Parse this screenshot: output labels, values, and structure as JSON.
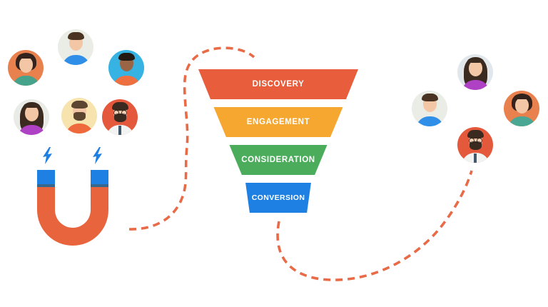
{
  "canvas": {
    "background": "#FFFFFF"
  },
  "connector": {
    "color": "#E96A47"
  },
  "funnel": {
    "text_color": "#FFFFFF",
    "segments": [
      {
        "label": "DISCOVERY",
        "color": "#E85E3D"
      },
      {
        "label": "ENGAGEMENT",
        "color": "#F6A72F"
      },
      {
        "label": "CONSIDERATION",
        "color": "#4BAD5C"
      },
      {
        "label": "CONVERSION",
        "color": "#1E80E3"
      }
    ]
  },
  "magnet": {
    "body_color": "#E8643D",
    "tip_color": "#1E80E3",
    "tip_edge_color": "#35688F",
    "bolt_color": "#1E80E3"
  },
  "left_group": {
    "avatars": [
      {
        "id": "woman-bob-teal-shirt",
        "bg": "#E8814E",
        "skin": "#F3C6A5",
        "hair": "#33231C",
        "shirt": "#45A38C"
      },
      {
        "id": "man-blue-shirt",
        "bg": "#EAECE6",
        "skin": "#F3C6A5",
        "hair": "#4A3322",
        "shirt": "#2F8FE8"
      },
      {
        "id": "man-orange-shirt",
        "bg": "#36B3E3",
        "skin": "#9A6544",
        "hair": "#241812",
        "shirt": "#EE7040"
      },
      {
        "id": "woman-long-hair-purple",
        "bg": "#E9EBE7",
        "skin": "#F3C6A5",
        "hair": "#3B2A20",
        "shirt": "#AF41C4"
      },
      {
        "id": "man-beard-orange-shirt",
        "bg": "#F6E3AE",
        "skin": "#F3C6A5",
        "hair": "#5D4631",
        "shirt": "#EE6A3C"
      },
      {
        "id": "man-beard-glasses-white",
        "bg": "#E4593B",
        "skin": "#F3C6A5",
        "hair": "#3B2A20",
        "shirt": "#F2F4F3"
      }
    ]
  },
  "right_group": {
    "avatars": [
      {
        "id": "woman-long-hair-purple",
        "bg": "#E2E7EC",
        "skin": "#F3C6A5",
        "hair": "#3B2A20",
        "shirt": "#AF41C4"
      },
      {
        "id": "man-blue-shirt",
        "bg": "#EAECE6",
        "skin": "#F3C6A5",
        "hair": "#4A3322",
        "shirt": "#2F8FE8"
      },
      {
        "id": "woman-bob-teal-shirt",
        "bg": "#E8814E",
        "skin": "#F3C6A5",
        "hair": "#33231C",
        "shirt": "#4AA794"
      },
      {
        "id": "man-beard-glasses-white",
        "bg": "#E4593B",
        "skin": "#F3C6A5",
        "hair": "#3B2A20",
        "shirt": "#F2F4F3"
      }
    ]
  }
}
